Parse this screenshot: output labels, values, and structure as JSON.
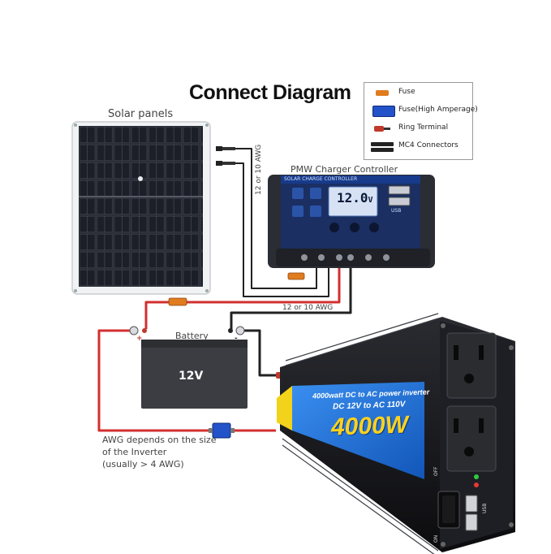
{
  "title": "Connect Diagram",
  "labels": {
    "solar_panels": "Solar panels",
    "charger_controller": "PMW Charger Controller",
    "solar_charge_controller": "SOLAR CHARGE CONTROLLER",
    "controller_display": "12.0",
    "controller_display_unit": "V",
    "usb": "USB",
    "awg_vertical": "12 or 10 AWG",
    "awg_horizontal": "12 or 10 AWG",
    "battery": "Battery",
    "battery_voltage": "12V",
    "awg_note_line1": "AWG depends on the size",
    "awg_note_line2": "of the Inverter",
    "awg_note_line3": "(usually  > 4 AWG)"
  },
  "legend": [
    {
      "icon": "fuse-icon",
      "label": "Fuse",
      "color": "#e07b1e"
    },
    {
      "icon": "high-amperage-fuse-icon",
      "label": "Fuse(High Amperage)",
      "color": "#2353c9"
    },
    {
      "icon": "ring-terminal-icon",
      "label": "Ring Terminal",
      "color": "#c0392b"
    },
    {
      "icon": "mc4-connector-icon",
      "label": "MC4 Connectors",
      "color": "#222222"
    }
  ],
  "inverter": {
    "line1": "4000watt DC to AC power inverter",
    "line2": "DC 12V to AC 110V",
    "power": "4000W",
    "switch_off": "OFF",
    "switch_on": "ON",
    "usb": "USB"
  },
  "colors": {
    "positive_wire": "#d32f2f",
    "negative_wire": "#222222",
    "inverter_panel": "#1e6fd6",
    "inverter_power_text": "#ffd21c",
    "controller_body": "#1b2f63"
  }
}
